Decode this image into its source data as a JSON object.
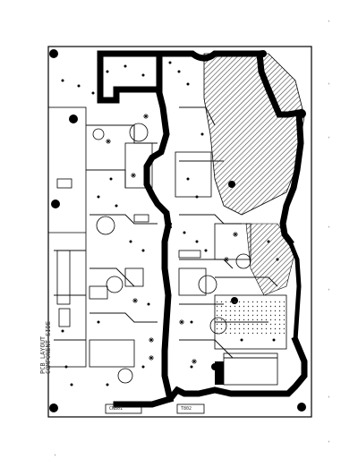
{
  "document": {
    "type": "PCB silkscreen / copper layout drawing",
    "orientation": "rotated 90 degrees",
    "colors": {
      "background": "#ffffff",
      "ink": "#000000",
      "trace": "#111111",
      "hatch": "#555555"
    }
  },
  "board": {
    "side_label": "PCB LAYOUT",
    "part_label": "COMPONENT SIDE"
  },
  "labels": {
    "left_vertical_a": "PCB LAYOUT",
    "left_vertical_b": "COMPONENT SIDE",
    "bottom_ref_a": "CN801",
    "bottom_ref_b": "T802"
  },
  "edge_marks": [
    "-",
    "-",
    "-",
    "-",
    "-",
    "-",
    "-",
    "-"
  ]
}
